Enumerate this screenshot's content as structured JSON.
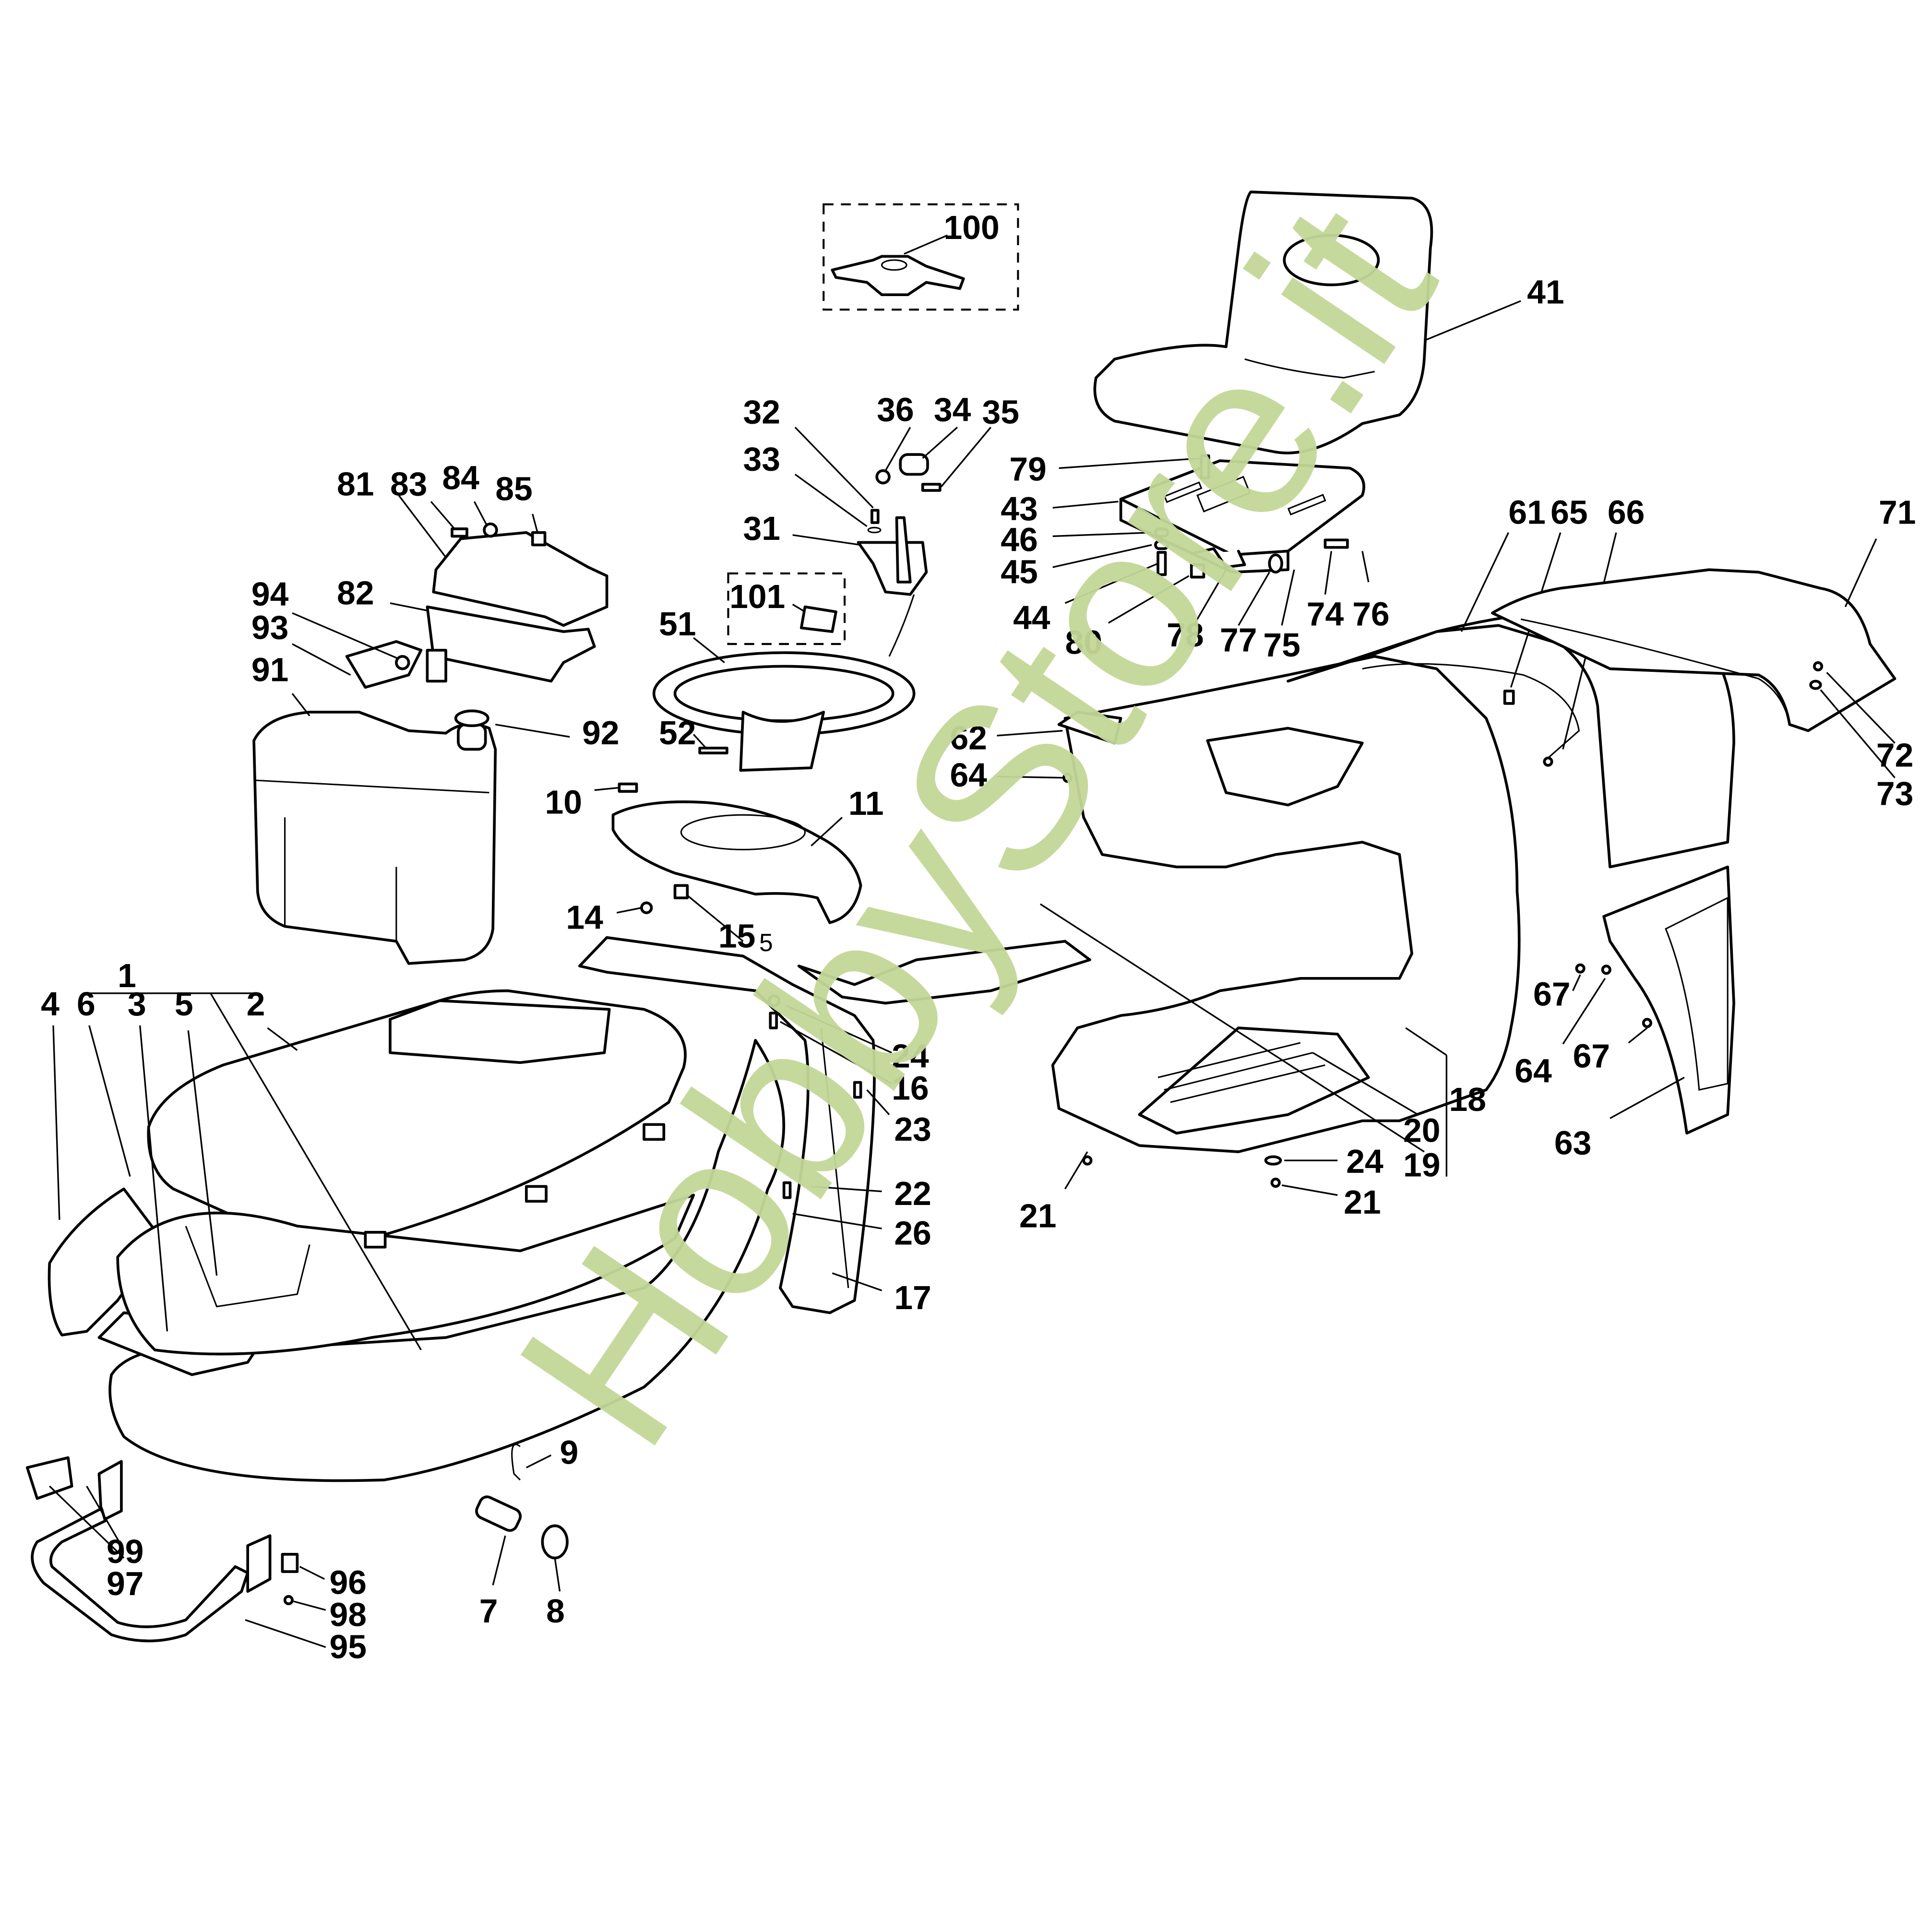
{
  "diagram": {
    "type": "exploded-parts-diagram",
    "watermark": "HobbyStore.it",
    "colors": {
      "line": "#000000",
      "background": "#ffffff",
      "watermark": "#c3d898"
    },
    "labels": {
      "l1": "1",
      "l2": "2",
      "l3": "3",
      "l4": "4",
      "l5": "5",
      "l6": "6",
      "l7": "7",
      "l8": "8",
      "l9": "9",
      "l10": "10",
      "l11": "11",
      "l14": "14",
      "l15": "15",
      "l15b": "5",
      "l16": "16",
      "l17": "17",
      "l18": "18",
      "l19": "19",
      "l20": "20",
      "l21a": "21",
      "l21b": "21",
      "l22": "22",
      "l23": "23",
      "l24a": "24",
      "l24b": "24",
      "l26": "26",
      "l31": "31",
      "l32": "32",
      "l33": "33",
      "l34": "34",
      "l35": "35",
      "l36": "36",
      "l41": "41",
      "l43": "43",
      "l44": "44",
      "l45": "45",
      "l46": "46",
      "l51": "51",
      "l52": "52",
      "l61": "61",
      "l62": "62",
      "l63": "63",
      "l64a": "64",
      "l64b": "64",
      "l65": "65",
      "l66": "66",
      "l67a": "67",
      "l67b": "67",
      "l71": "71",
      "l72": "72",
      "l73": "73",
      "l74": "74",
      "l75": "75",
      "l76": "76",
      "l77": "77",
      "l78": "78",
      "l79": "79",
      "l80": "80",
      "l81": "81",
      "l82": "82",
      "l83": "83",
      "l84": "84",
      "l85": "85",
      "l91": "91",
      "l92": "92",
      "l93": "93",
      "l94": "94",
      "l95": "95",
      "l96": "96",
      "l97": "97",
      "l98": "98",
      "l99": "99",
      "l100": "100",
      "l101": "101"
    }
  }
}
